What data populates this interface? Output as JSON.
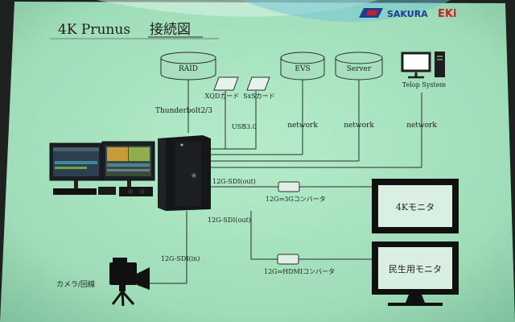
{
  "header": {
    "title": "4K Prunus",
    "subtitle": "接続図",
    "brand": "SAKURA",
    "brand_accent": "EKi"
  },
  "storage": {
    "raid": "RAID",
    "thunderbolt": "Thunderbolt2/3",
    "xqd": "XQDカード",
    "sxs": "SxSカード",
    "usb": "USB3.0"
  },
  "network_nodes": {
    "evs": "EVS",
    "server": "Server",
    "telop": "Telop System",
    "network_label": "network"
  },
  "signals": {
    "sdi_out_1": "12G-SDI(out)",
    "sdi_out_2": "12G-SDI(out)",
    "sdi_in": "12G-SDI(in)",
    "converter_3g": "12G⇒3Gコンバータ",
    "converter_hdmi": "12G⇒HDMIコンバータ"
  },
  "monitors": {
    "monitor_4k": "4Kモニタ",
    "monitor_consumer": "民生用モニタ"
  },
  "camera": {
    "label": "カメラ/回線"
  },
  "colors": {
    "slide_background": "#a8e2c0",
    "line": "#2a2e2b",
    "brand_blue": "#1f3f8a",
    "brand_red": "#c8202a"
  }
}
